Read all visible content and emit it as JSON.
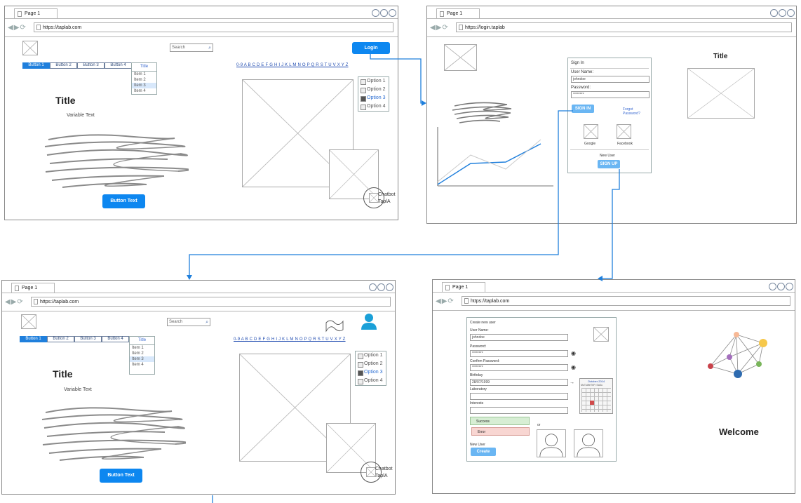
{
  "browser": {
    "tab_label": "Page 1"
  },
  "home": {
    "url": "https://taplab.com",
    "search_placeholder": "Search",
    "login_label": "Login",
    "nav_buttons": [
      "Button 1",
      "Button 2",
      "Button 3",
      "Button 4"
    ],
    "dropdown": {
      "title": "Title",
      "items": [
        "Item 1",
        "Item 2",
        "Item 3",
        "Item 4"
      ]
    },
    "title": "Title",
    "variable_text": "Variable Text",
    "button_text": "Button Text",
    "alphabet": "0-9 A B C D E F G H I J K L M N O P Q R S T U V X Y Z",
    "options": [
      "Option 1",
      "Option 2",
      "Option 3",
      "Option 4"
    ],
    "chatbot": "Chatbot",
    "chatbot_sub": "TaplA"
  },
  "login": {
    "url": "https://login.taplab",
    "title": "Title",
    "sign_in": "Sign In",
    "user_label": "User Name:",
    "user_value": "johndoe",
    "password_label": "Password:",
    "password_value": "********",
    "sign_in_btn": "SIGN IN",
    "forgot": "Forgot Password?",
    "google": "Google",
    "facebook": "Facebook",
    "new_user": "New User",
    "sign_up_btn": "SIGN UP"
  },
  "register": {
    "url": "https://taplab.com",
    "heading": "Create new user",
    "user_label": "User Name:",
    "user_value": "johndoe",
    "password_label": "Password:",
    "password_value": "********",
    "confirm_label": "Confirm Password:",
    "confirm_value": "********",
    "birthday_label": "Birthday",
    "birthday_value": "28/07/1999",
    "lab_label": "Laboratory",
    "interests_label": "Interests",
    "success": "Success",
    "error": "Error",
    "or_label": "or",
    "calendar_header": "October 2014",
    "calendar_days": "MoTuWeThFr SaSu",
    "new_user": "New User",
    "create_btn": "Create",
    "welcome": "Welcome"
  },
  "colors": {
    "accent": "#0d87f0",
    "connector": "#1f7fdc"
  }
}
